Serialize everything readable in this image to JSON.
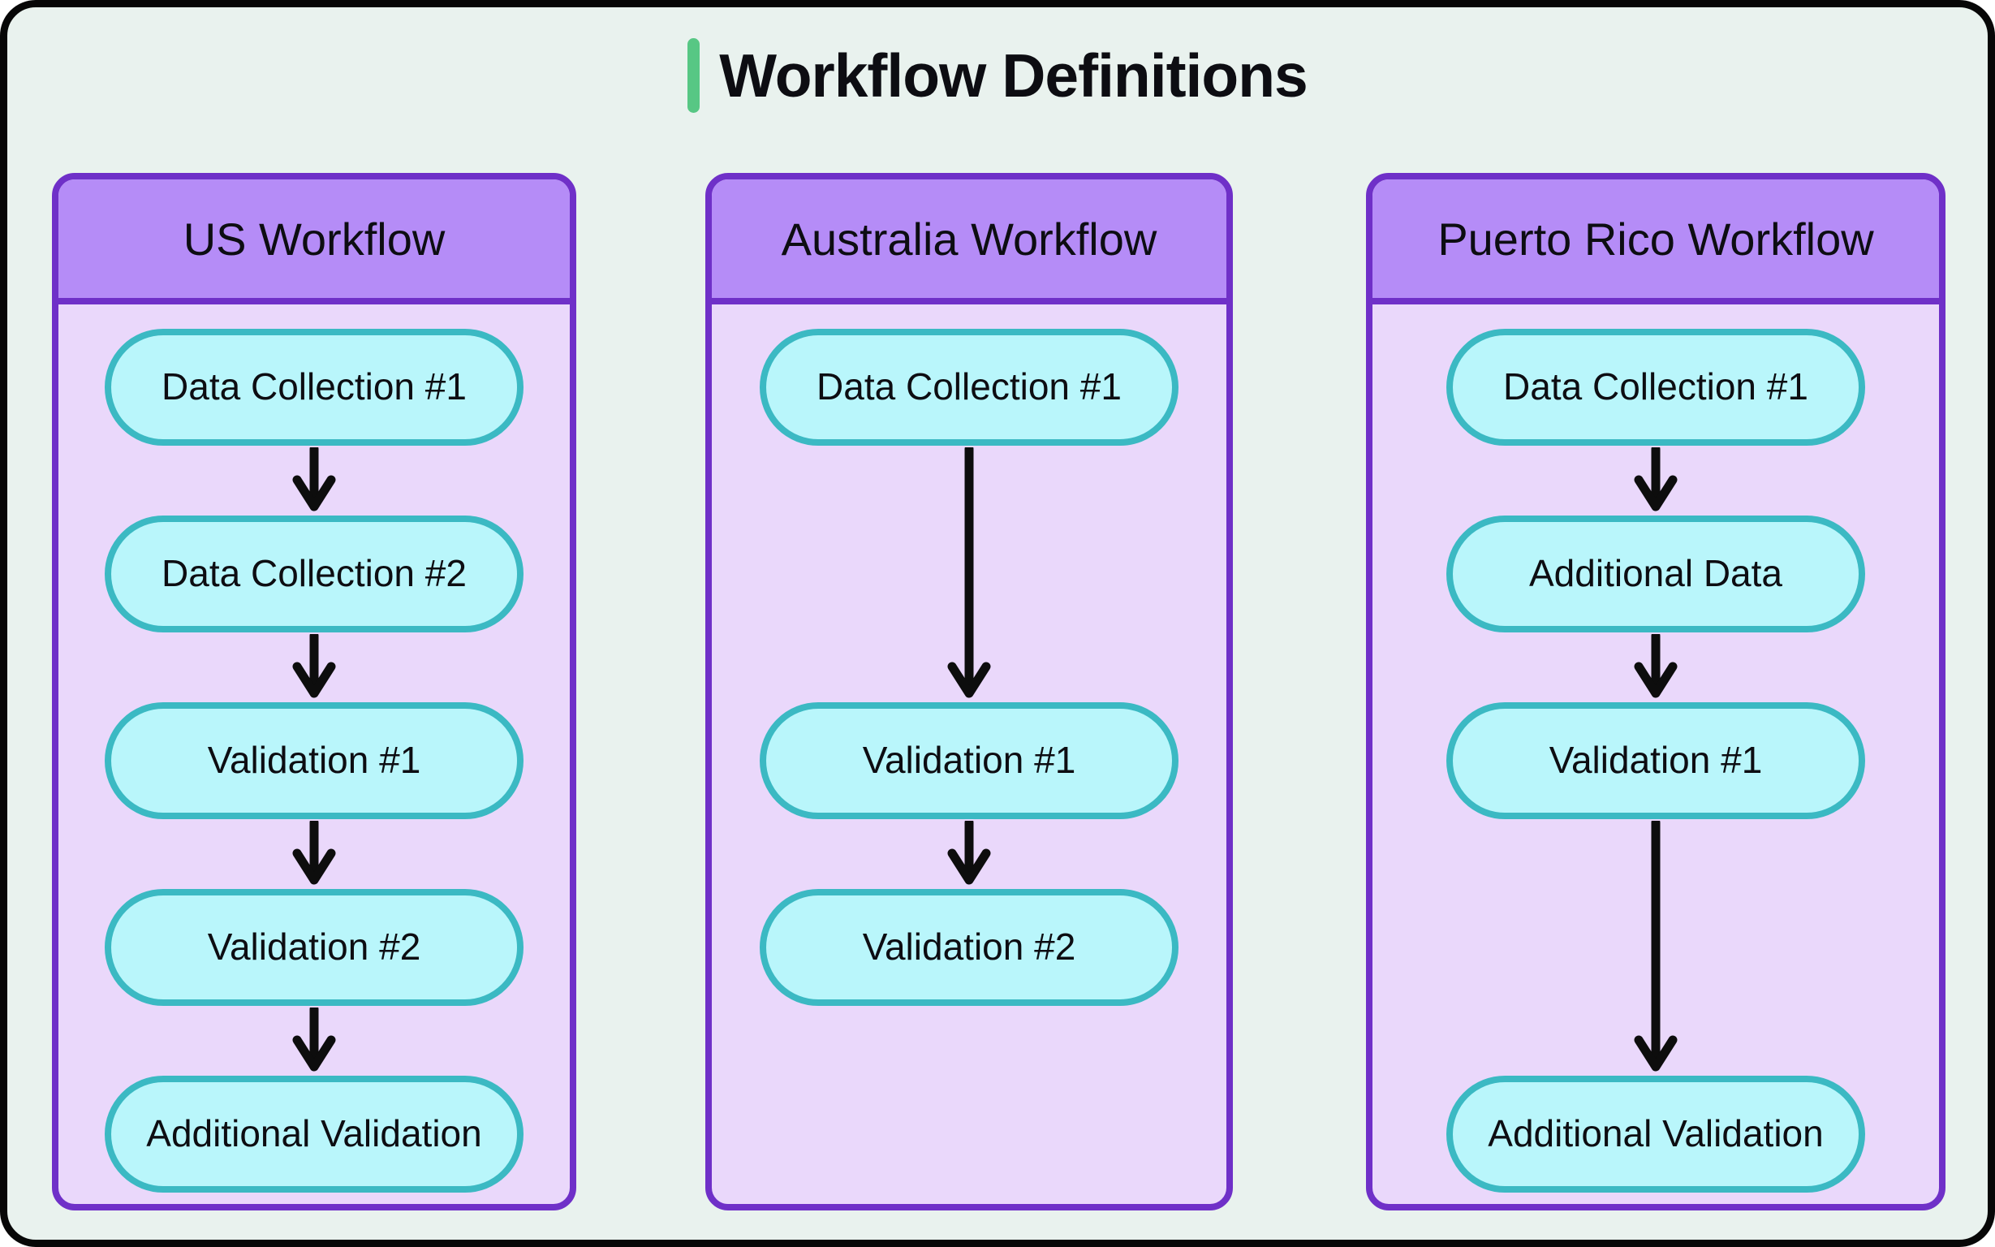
{
  "title": {
    "text": "Workflow Definitions"
  },
  "colors": {
    "page_background": "#ffffff",
    "frame_background": "#e9f2ee",
    "frame_border": "#070707",
    "title_accent": "#57c784",
    "text": "#0d0d12",
    "column_header": "#b58cf7",
    "column_border": "#6f30c8",
    "column_body": "#ead8fb",
    "node_fill": "#b9f6fb",
    "node_border": "#3bb9c3",
    "arrow": "#0d0d0d"
  },
  "columns": [
    {
      "title": "US Workflow",
      "nodes": [
        {
          "label": "Data Collection #1",
          "row": 0
        },
        {
          "label": "Data Collection #2",
          "row": 1
        },
        {
          "label": "Validation #1",
          "row": 2
        },
        {
          "label": "Validation #2",
          "row": 3
        },
        {
          "label": "Additional Validation",
          "row": 4
        }
      ],
      "arrows": [
        {
          "from": 0,
          "to": 1
        },
        {
          "from": 1,
          "to": 2
        },
        {
          "from": 2,
          "to": 3
        },
        {
          "from": 3,
          "to": 4
        }
      ]
    },
    {
      "title": "Australia Workflow",
      "nodes": [
        {
          "label": "Data Collection #1",
          "row": 0
        },
        {
          "label": "Validation #1",
          "row": 2
        },
        {
          "label": "Validation #2",
          "row": 3
        }
      ],
      "arrows": [
        {
          "from": 0,
          "to": 2
        },
        {
          "from": 2,
          "to": 3
        }
      ]
    },
    {
      "title": "Puerto Rico Workflow",
      "nodes": [
        {
          "label": "Data Collection #1",
          "row": 0
        },
        {
          "label": "Additional Data",
          "row": 1
        },
        {
          "label": "Validation #1",
          "row": 2
        },
        {
          "label": "Additional Validation",
          "row": 4
        }
      ],
      "arrows": [
        {
          "from": 0,
          "to": 1
        },
        {
          "from": 1,
          "to": 2
        },
        {
          "from": 2,
          "to": 4
        }
      ]
    }
  ]
}
